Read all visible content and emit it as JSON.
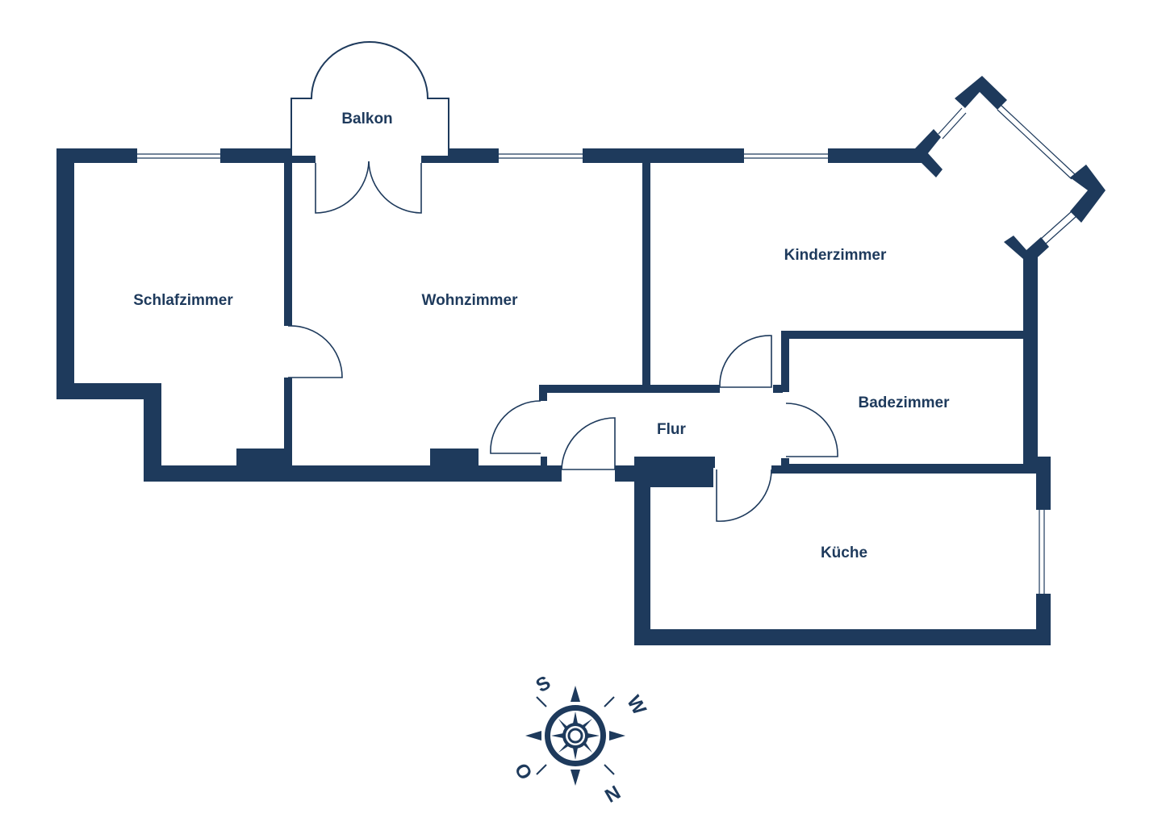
{
  "rooms": {
    "balkon": "Balkon",
    "schlafzimmer": "Schlafzimmer",
    "wohnzimmer": "Wohnzimmer",
    "kinderzimmer": "Kinderzimmer",
    "badezimmer": "Badezimmer",
    "flur": "Flur",
    "kueche": "Küche"
  },
  "compass": {
    "top": "S",
    "right": "W",
    "bottom": "N",
    "left": "O"
  },
  "colors": {
    "wall": "#1e3a5c",
    "background": "#ffffff"
  }
}
